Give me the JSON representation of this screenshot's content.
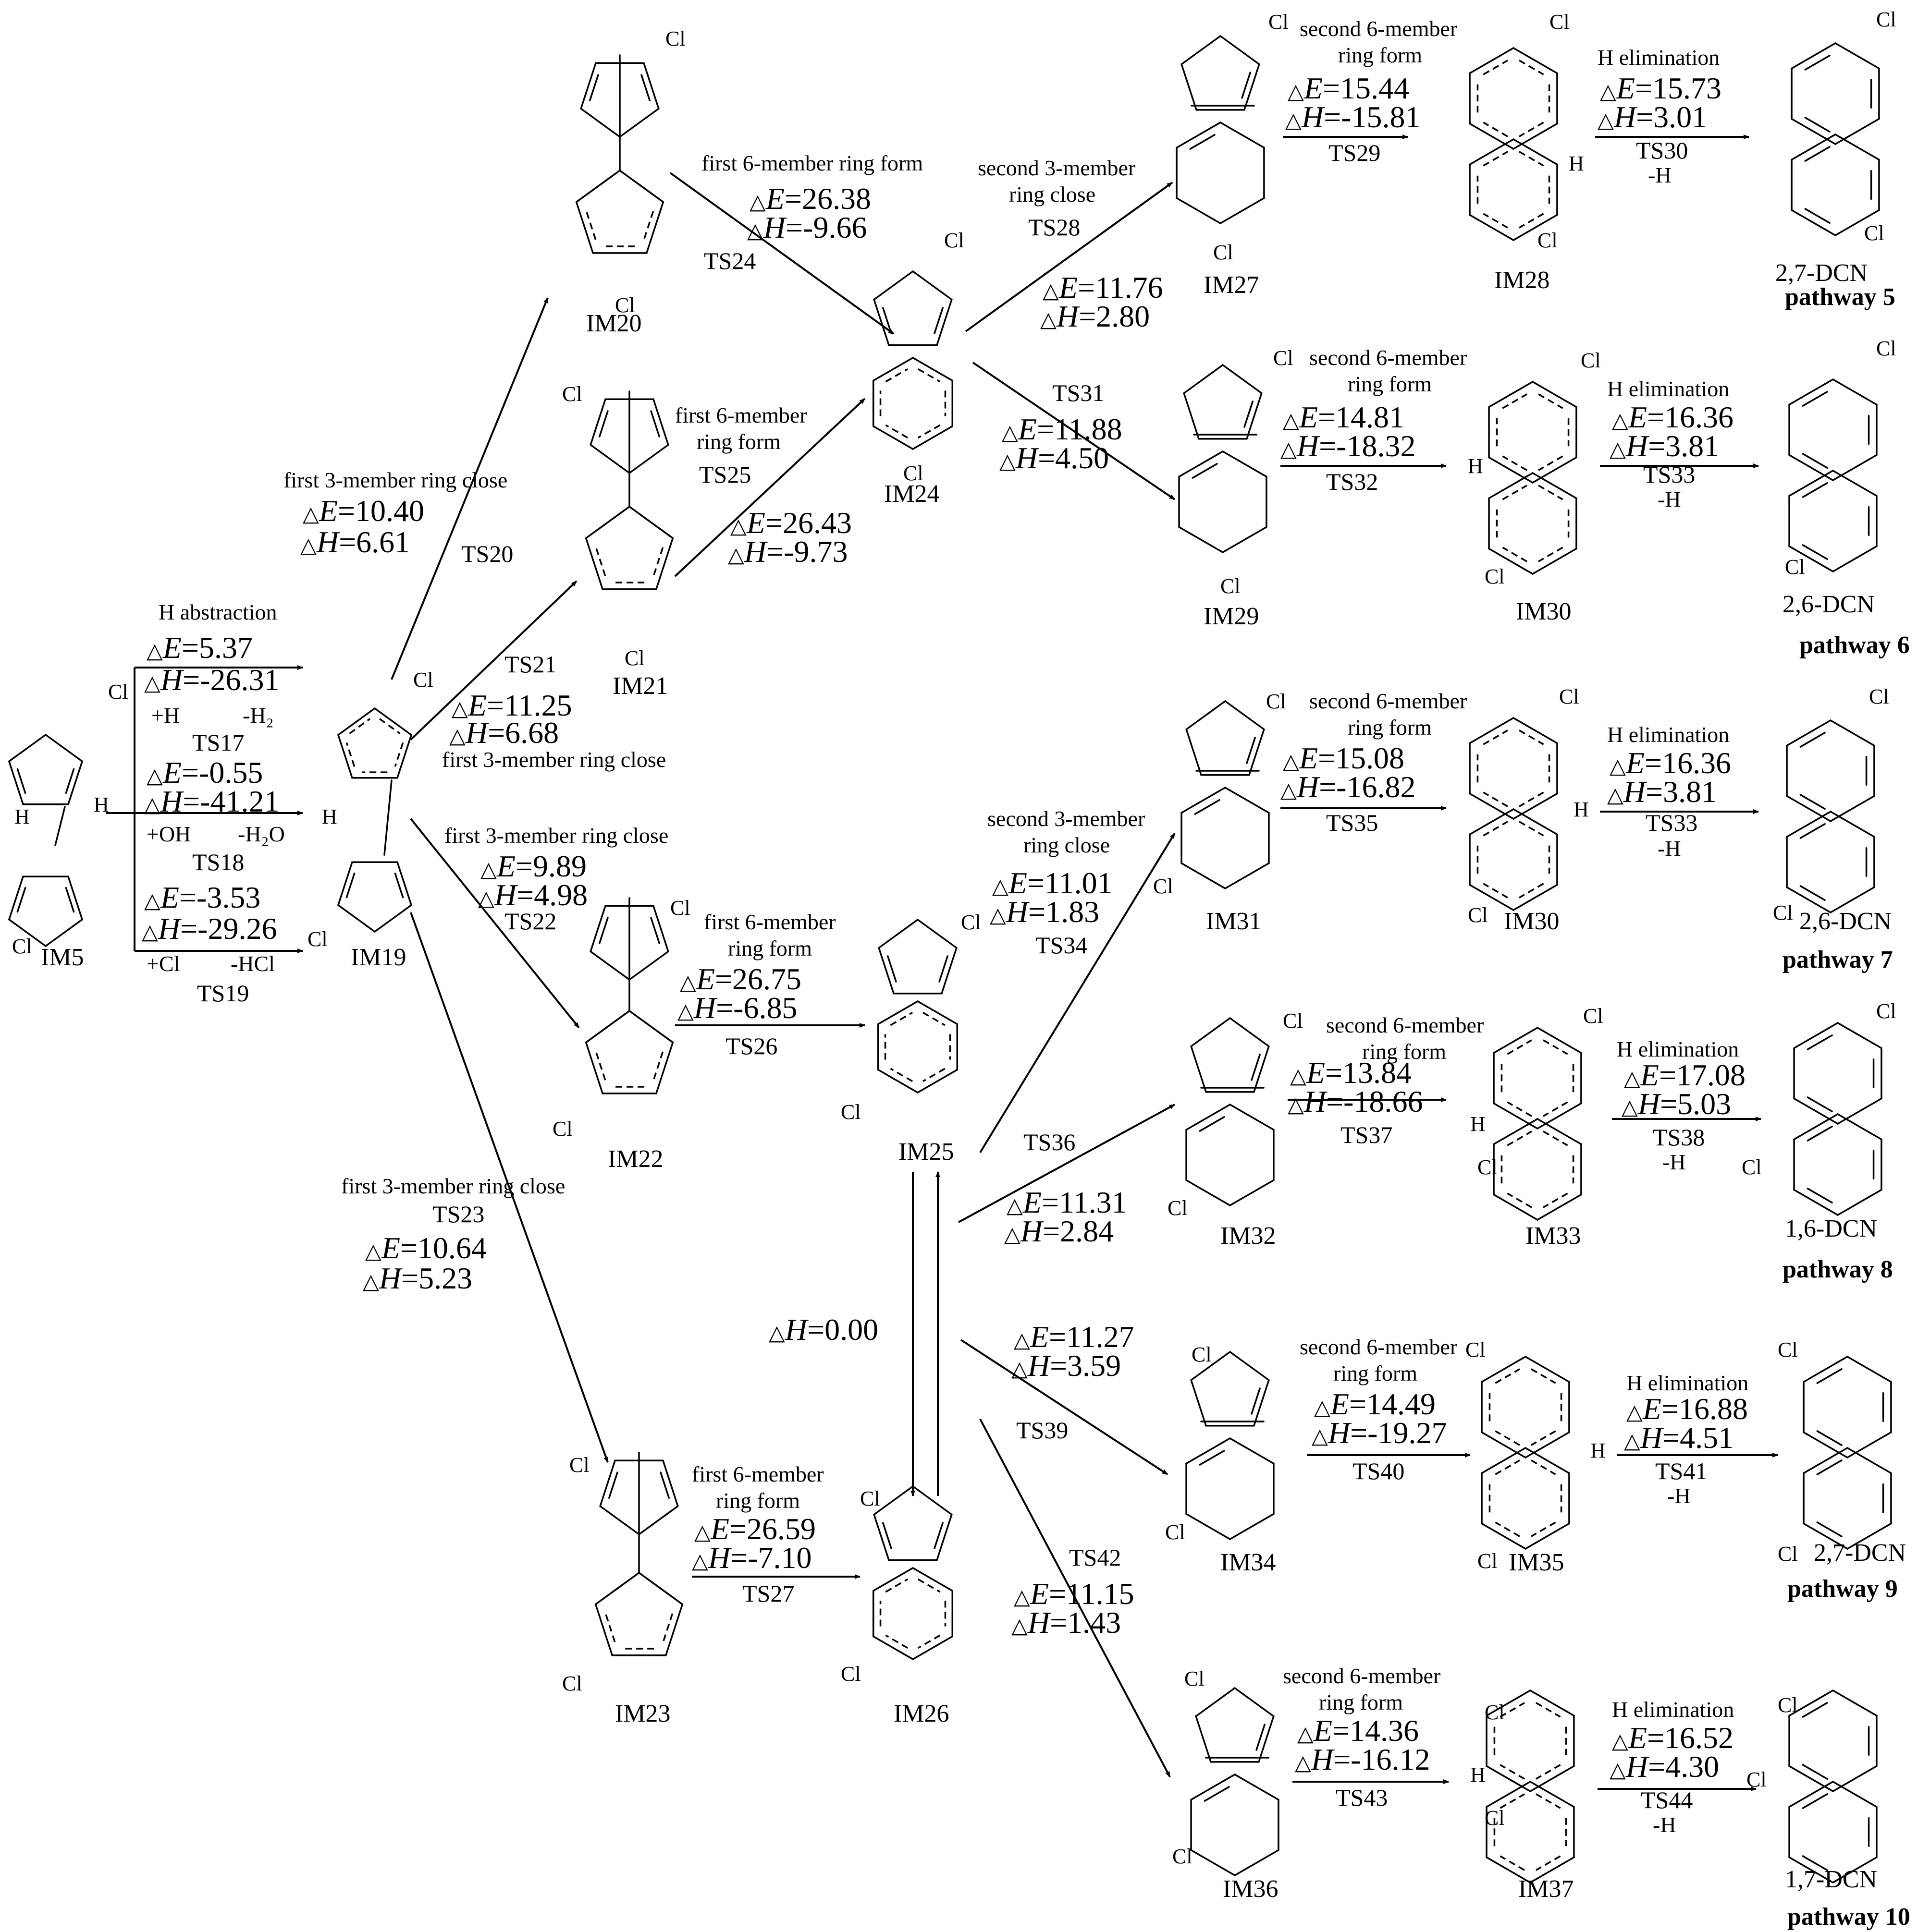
{
  "reactant": {
    "name": "IM5"
  },
  "abstraction": {
    "title": "H abstraction",
    "routes": [
      {
        "dE": "5.37",
        "dH": "-26.31",
        "reagent": "+H",
        "product": "-H₂",
        "ts": "TS17"
      },
      {
        "dE": "-0.55",
        "dH": "-41.21",
        "reagent": "+OH",
        "product": "-H₂O",
        "ts": "TS18"
      },
      {
        "dE": "-3.53",
        "dH": "-29.26",
        "reagent": "+Cl",
        "product": "-HCl",
        "ts": "TS19"
      }
    ]
  },
  "radical": {
    "name": "IM19"
  },
  "steps": {
    "ts20": {
      "label": "first 3-member ring close",
      "dE": "10.40",
      "dH": "6.61",
      "ts": "TS20"
    },
    "ts21": {
      "label": "first 3-member ring close",
      "dE": "11.25",
      "dH": "6.68",
      "ts": "TS21"
    },
    "ts22": {
      "label": "first 3-member ring close",
      "dE": "9.89",
      "dH": "4.98",
      "ts": "TS22"
    },
    "ts23": {
      "label": "first 3-member ring close",
      "dE": "10.64",
      "dH": "5.23",
      "ts": "TS23"
    },
    "ts24": {
      "label": "first 6-member ring form",
      "dE": "26.38",
      "dH": "-9.66",
      "ts": "TS24"
    },
    "ts25": {
      "label1": "first 6-member",
      "label2": "ring form",
      "dE": "26.43",
      "dH": "-9.73",
      "ts": "TS25"
    },
    "ts26": {
      "label1": "first 6-member",
      "label2": "ring form",
      "dE": "26.75",
      "dH": "-6.85",
      "ts": "TS26"
    },
    "ts27": {
      "label1": "first 6-member",
      "label2": "ring form",
      "dE": "26.59",
      "dH": "-7.10",
      "ts": "TS27"
    },
    "ts28": {
      "label1": "second 3-member",
      "label2": "ring close",
      "dE": "11.76",
      "dH": "2.80",
      "ts": "TS28"
    },
    "ts31": {
      "dE": "11.88",
      "dH": "4.50",
      "ts": "TS31"
    },
    "ts34": {
      "label1": "second 3-member",
      "label2": "ring close",
      "dE": "11.01",
      "dH": "1.83",
      "ts": "TS34"
    },
    "ts36": {
      "dE": "11.31",
      "dH": "2.84",
      "ts": "TS36"
    },
    "ts39": {
      "dE": "11.27",
      "dH": "3.59",
      "ts": "TS39"
    },
    "ts42": {
      "dE": "11.15",
      "dH": "1.43",
      "ts": "TS42"
    },
    "iso": {
      "dH": "0.00"
    }
  },
  "rows": [
    {
      "int3": "IM27",
      "ring6": {
        "l1": "second 6-member",
        "l2": "ring form",
        "dE": "15.44",
        "dH": "-15.81",
        "ts": "TS29"
      },
      "int4": "IM28",
      "elim": {
        "label": "H elimination",
        "dE": "15.73",
        "dH": "3.01",
        "ts": "TS30",
        "loss": "-H"
      },
      "product": "2,7-DCN",
      "pathway": "pathway 5"
    },
    {
      "int3": "IM29",
      "ring6": {
        "l1": "second 6-member",
        "l2": "ring form",
        "dE": "14.81",
        "dH": "-18.32",
        "ts": "TS32"
      },
      "int4": "IM30",
      "elim": {
        "label": "H elimination",
        "dE": "16.36",
        "dH": "3.81",
        "ts": "TS33",
        "loss": "-H"
      },
      "product": "2,6-DCN",
      "pathway": "pathway 6"
    },
    {
      "int3": "IM31",
      "ring6": {
        "l1": "second 6-member",
        "l2": "ring form",
        "dE": "15.08",
        "dH": "-16.82",
        "ts": "TS35"
      },
      "int4": "IM30",
      "elim": {
        "label": "H elimination",
        "dE": "16.36",
        "dH": "3.81",
        "ts": "TS33",
        "loss": "-H"
      },
      "product": "2,6-DCN",
      "pathway": "pathway 7"
    },
    {
      "int3": "IM32",
      "ring6": {
        "l1": "second 6-member",
        "l2": "ring form",
        "dE": "13.84",
        "dH": "-18.66",
        "ts": "TS37"
      },
      "int4": "IM33",
      "elim": {
        "label": "H elimination",
        "dE": "17.08",
        "dH": "5.03",
        "ts": "TS38",
        "loss": "-H"
      },
      "product": "1,6-DCN",
      "pathway": "pathway 8"
    },
    {
      "int3": "IM34",
      "ring6": {
        "l1": "second 6-member",
        "l2": "ring form",
        "dE": "14.49",
        "dH": "-19.27",
        "ts": "TS40"
      },
      "int4": "IM35",
      "elim": {
        "label": "H elimination",
        "dE": "16.88",
        "dH": "4.51",
        "ts": "TS41",
        "loss": "-H"
      },
      "product": "2,7-DCN",
      "pathway": "pathway 9"
    },
    {
      "int3": "IM36",
      "ring6": {
        "l1": "second 6-member",
        "l2": "ring form",
        "dE": "14.36",
        "dH": "-16.12",
        "ts": "TS43"
      },
      "int4": "IM37",
      "elim": {
        "label": "H elimination",
        "dE": "16.52",
        "dH": "4.30",
        "ts": "TS44",
        "loss": "-H"
      },
      "product": "1,7-DCN",
      "pathway": "pathway 10"
    }
  ],
  "labels": {
    "im20": "IM20",
    "im21": "IM21",
    "im22": "IM22",
    "im23": "IM23",
    "im24": "IM24",
    "im25": "IM25",
    "im26": "IM26"
  },
  "atoms": {
    "cl": "Cl",
    "h": "H"
  },
  "symbols": {
    "delta": "△",
    "E": "E",
    "H": "H"
  }
}
